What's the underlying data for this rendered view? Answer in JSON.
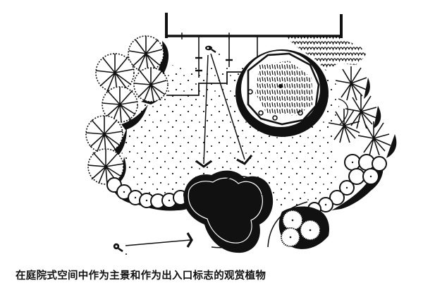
{
  "figure": {
    "caption": "在庭院式空间中作为主景和作为出入口标志的观赏植物",
    "type": "landscape planting plan",
    "colors": {
      "ink": "#111111",
      "paper": "#ffffff"
    },
    "elements": {
      "building_wall": "building-wall-with-entrance",
      "paved_terrace": "stepped-paved-terrace",
      "feature_tree_round": "circular-planting-bed-with-hedge-texture",
      "groundcover_patch": "scale-pattern-groundcover",
      "conifer_cluster_left": "radial-conifer-trees-left",
      "conifer_cluster_right": "radial-conifer-trees-right",
      "shrub_border_left": "cloud-shrub-border-left",
      "shrub_border_right": "cloud-shrub-border-right",
      "focal_shrub_center": "textured-focal-shrub-mass",
      "entrance_shrub": "entrance-marker-shrub",
      "lawn": "stippled-lawn",
      "viewpoint_top": "viewer-eye-top",
      "viewpoint_bottom": "viewer-eye-bottom",
      "sightlines": [
        "sightline-to-left-arrow",
        "sightline-to-right-arrow",
        "sightline-bottom-arrow"
      ]
    }
  }
}
